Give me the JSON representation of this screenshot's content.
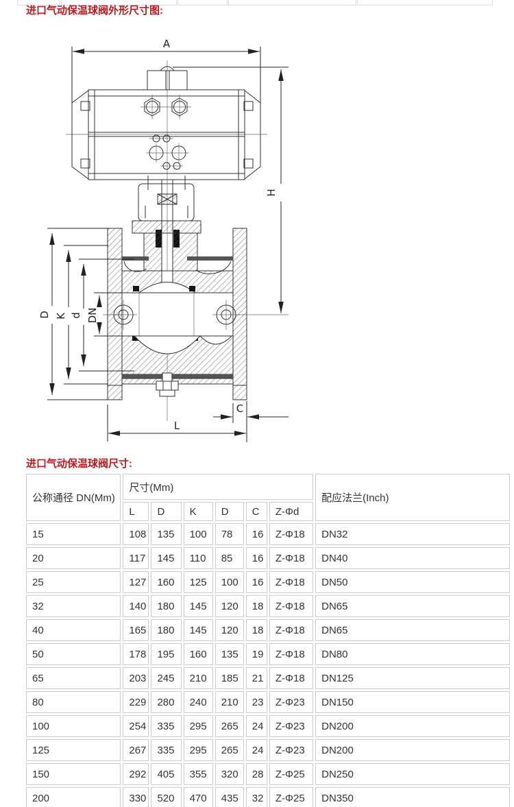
{
  "page": {
    "title_drawing": "进口气动保温球阀外形尺寸图:",
    "title_table": "进口气动保温球阀尺寸:"
  },
  "drawing": {
    "labels": {
      "width_a": "A",
      "height_h": "H",
      "flange_od_d": "D",
      "bolt_circle_k": "K",
      "raised_face_d": "d",
      "bore_dn": "DN",
      "flange_thickness_c": "C",
      "length_l": "L"
    }
  },
  "table": {
    "header": {
      "col_dn": "公称通径 DN(Mm)",
      "col_size": "尺寸(Mm)",
      "col_flange": "配应法兰(Inch)",
      "sub": [
        "L",
        "D",
        "K",
        "D",
        "C",
        "Z-Φd"
      ]
    },
    "rows": [
      [
        "15",
        "108",
        "135",
        "100",
        "78",
        "16",
        "Z-Φ18",
        "DN32"
      ],
      [
        "20",
        "117",
        "145",
        "110",
        "85",
        "16",
        "Z-Φ18",
        "DN40"
      ],
      [
        "25",
        "127",
        "160",
        "125",
        "100",
        "16",
        "Z-Φ18",
        "DN50"
      ],
      [
        "32",
        "140",
        "180",
        "145",
        "120",
        "18",
        "Z-Φ18",
        "DN65"
      ],
      [
        "40",
        "165",
        "180",
        "145",
        "120",
        "18",
        "Z-Φ18",
        "DN65"
      ],
      [
        "50",
        "178",
        "195",
        "160",
        "135",
        "19",
        "Z-Φ18",
        "DN80"
      ],
      [
        "65",
        "203",
        "245",
        "210",
        "185",
        "21",
        "Z-Φ18",
        "DN125"
      ],
      [
        "80",
        "229",
        "280",
        "240",
        "210",
        "23",
        "Z-Φ23",
        "DN150"
      ],
      [
        "100",
        "254",
        "335",
        "295",
        "265",
        "24",
        "Z-Φ23",
        "DN200"
      ],
      [
        "125",
        "267",
        "335",
        "295",
        "265",
        "24",
        "Z-Φ23",
        "DN200"
      ],
      [
        "150",
        "292",
        "405",
        "355",
        "320",
        "28",
        "Z-Φ25",
        "DN250"
      ],
      [
        "200",
        "330",
        "520",
        "470",
        "435",
        "32",
        "Z-Φ25",
        "DN350"
      ]
    ]
  },
  "colors": {
    "title_red": "#c2171d",
    "table_border": "#cccccc",
    "drawing_line": "#2f2f2f"
  }
}
